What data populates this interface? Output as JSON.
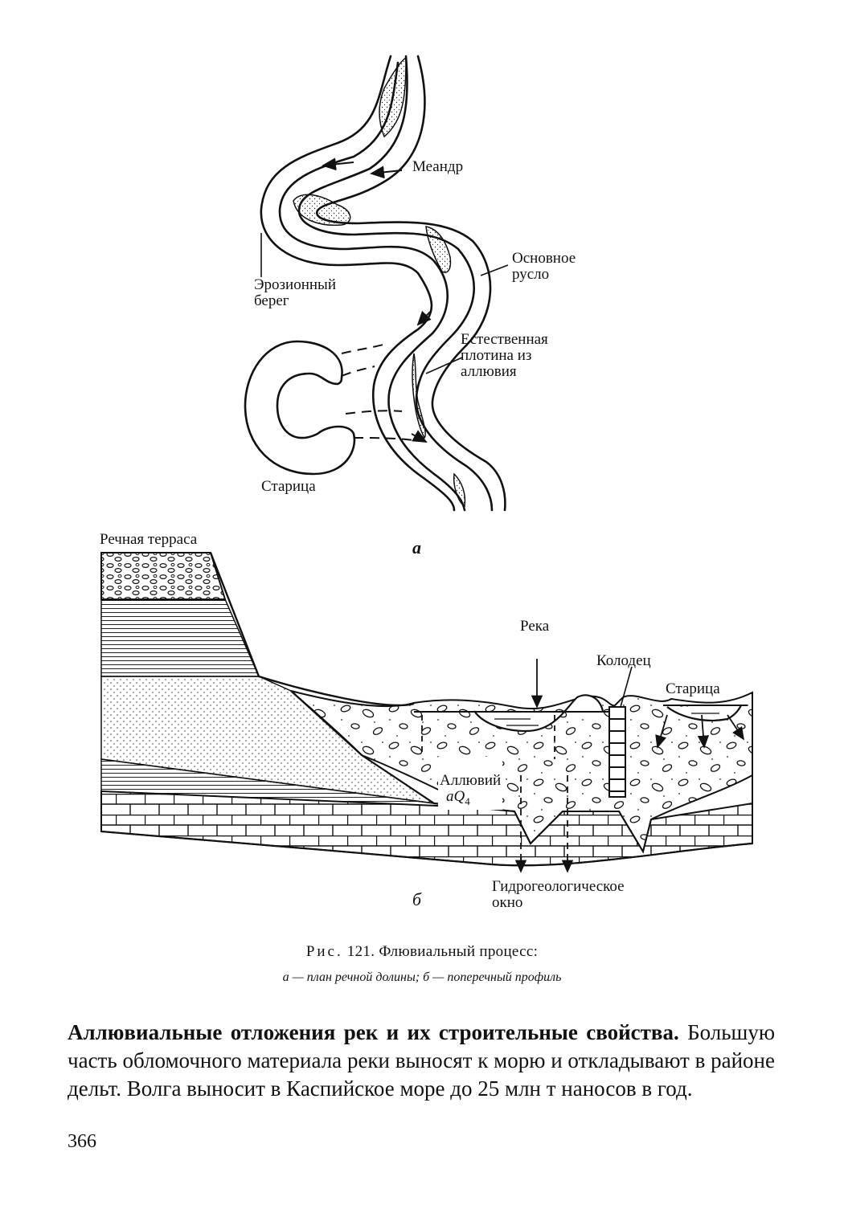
{
  "figure_a": {
    "labels": {
      "meander": "Меандр",
      "main_channel": "Основное\nрусло",
      "erosion_bank": "Эрозионный\nберег",
      "natural_levee": "Естественная\nплотина из\nаллювия",
      "oxbow": "Старица"
    },
    "panel_letter": "а"
  },
  "figure_b": {
    "labels": {
      "river_terrace": "Речная терраса",
      "river": "Река",
      "well": "Колодец",
      "oxbow": "Старица",
      "alluvium": "Аллювий",
      "alluvium_index": "aQ",
      "alluvium_index_sub": "4",
      "hydrogeological_window": "Гидрогеологическое\nокно"
    },
    "panel_letter": "б"
  },
  "caption": {
    "prefix": "Рис.",
    "number": "121.",
    "title": "Флювиальный процесс:",
    "subtitle": "а — план речной долины; б — поперечный профиль"
  },
  "paragraph": {
    "heading": "Аллювиальные отложения рек и их строительные свойства.",
    "body": "Большую часть обломочного материала реки выносят к морю и откладывают в районе дельт. Волга выносит в Каспийское море до 25 млн т наносов в год."
  },
  "page_number": "366"
}
